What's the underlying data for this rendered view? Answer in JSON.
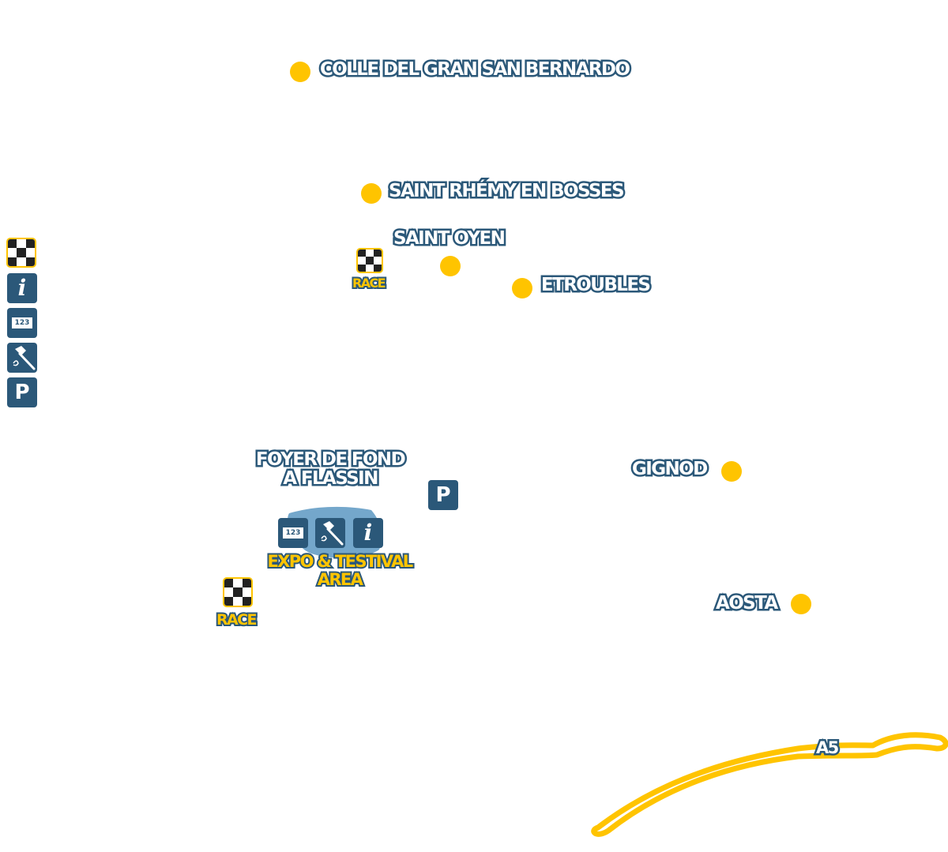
{
  "map": {
    "colors": {
      "accent": "#FFC400",
      "brand": "#2B5879",
      "area": "#74A7CB"
    },
    "legend": [
      {
        "icon": "checkered-flag-icon",
        "meaning": "race"
      },
      {
        "icon": "info-icon",
        "symbol": "i"
      },
      {
        "icon": "bib-number-icon",
        "text": "123"
      },
      {
        "icon": "ski-wax-icon"
      },
      {
        "icon": "parking-icon",
        "symbol": "P"
      }
    ],
    "places": [
      {
        "name": "COLLE DEL GRAN SAN BERNARDO"
      },
      {
        "name": "SAINT RHÉMY EN BOSSES"
      },
      {
        "name": "SAINT OYEN"
      },
      {
        "name": "ETROUBLES"
      },
      {
        "name": "GIGNOD"
      },
      {
        "name": "AOSTA"
      }
    ],
    "venue": {
      "line1": "FOYER DE FOND",
      "line2": "A FLASSIN"
    },
    "expo": {
      "line1": "EXPO & TESTIVAL",
      "line2": "AREA",
      "bib_text": "123",
      "info_symbol": "i"
    },
    "race_labels": [
      "RACE",
      "RACE"
    ],
    "parking_symbol": "P",
    "highway": "A5"
  }
}
